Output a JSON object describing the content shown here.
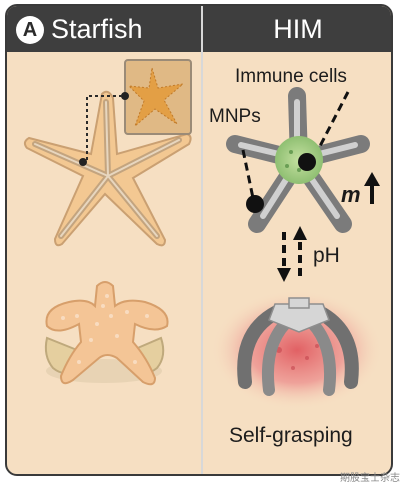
{
  "panel": {
    "badge": "A",
    "left_title": "Starfish",
    "right_title": "HIM"
  },
  "labels": {
    "immune_cells": "Immune cells",
    "mnps": "MNPs",
    "m": "m",
    "ph": "pH",
    "self_grasping": "Self-grasping"
  },
  "colors": {
    "header": "#3e3e3e",
    "background": "#f6dfc2",
    "starfish_fill": "#f2c48f",
    "arm_gray": "#7a7a7a",
    "center_green": "#a9cf8a",
    "pink_glow": "#e8807f"
  },
  "watermark": "期股宝士杂志"
}
